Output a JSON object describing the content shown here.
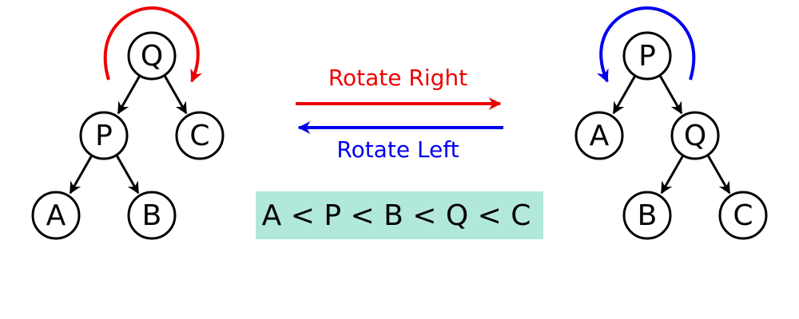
{
  "colors": {
    "right": "#ee0000",
    "left": "#0000ee",
    "box_fill": "#b2e8da",
    "node_stroke": "#000000"
  },
  "left_tree": {
    "root": "Q",
    "root_left": "P",
    "root_right": "C",
    "p_left": "A",
    "p_right": "B"
  },
  "right_tree": {
    "root": "P",
    "root_left": "A",
    "root_right": "Q",
    "q_left": "B",
    "q_right": "C"
  },
  "arrows": {
    "rotate_right_label": "Rotate Right",
    "rotate_left_label": "Rotate Left"
  },
  "ordering": "A < P < B < Q < C"
}
